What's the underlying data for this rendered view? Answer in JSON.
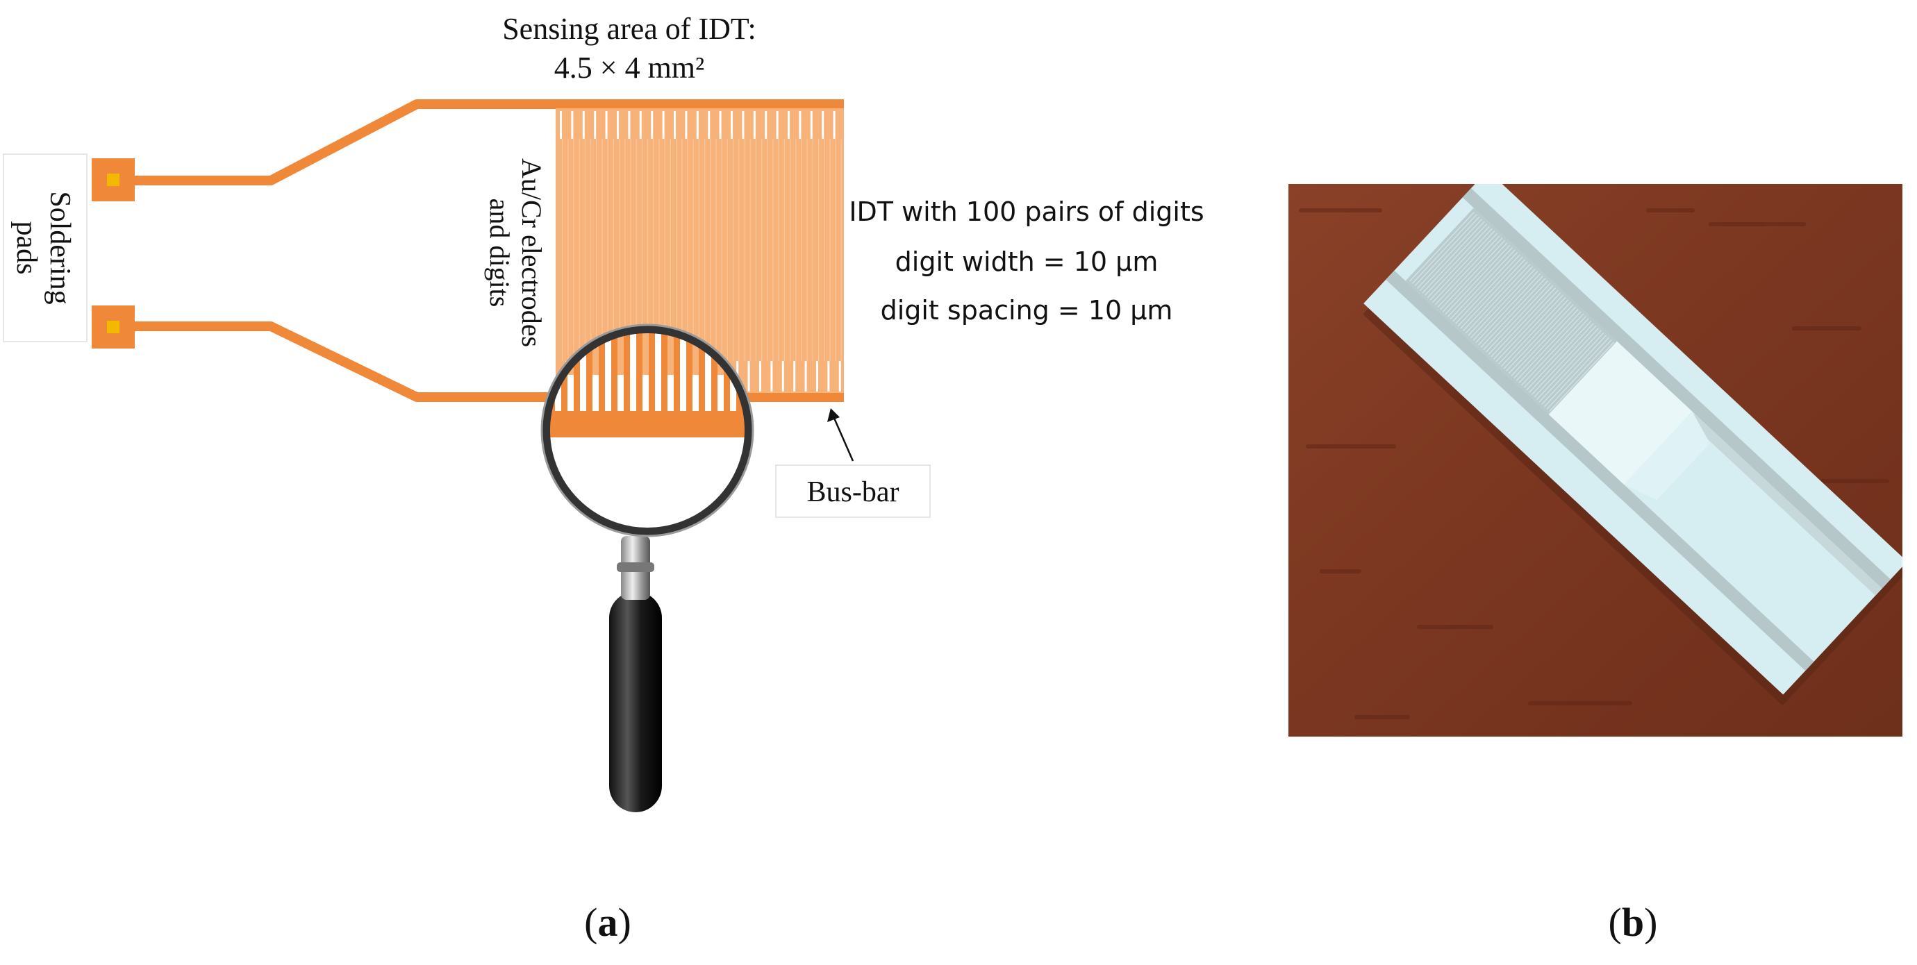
{
  "panel_a": {
    "title_line1": "Sensing area of IDT:",
    "title_line2": "4.5 × 4 mm²",
    "soldering_label_line1": "Soldering",
    "soldering_label_line2": "pads",
    "electrode_label_line1": "Au/Cr electrodes",
    "electrode_label_line2": "and digits",
    "idt_line1": "IDT with 100 pairs of digits",
    "idt_line2": "digit width = 10 μm",
    "idt_line3": "digit spacing = 10 μm",
    "busbar_label": "Bus-bar",
    "caption_open": "(",
    "caption_letter": "a",
    "caption_close": ")"
  },
  "panel_b": {
    "caption_open": "(",
    "caption_letter": "b",
    "caption_close": ")"
  },
  "colors": {
    "electrode": "#f0883a",
    "electrode_light": "#f7b27a",
    "pad_inner": "#f5b800",
    "wood": "#7e3a22",
    "chip": "#d3ebef"
  }
}
